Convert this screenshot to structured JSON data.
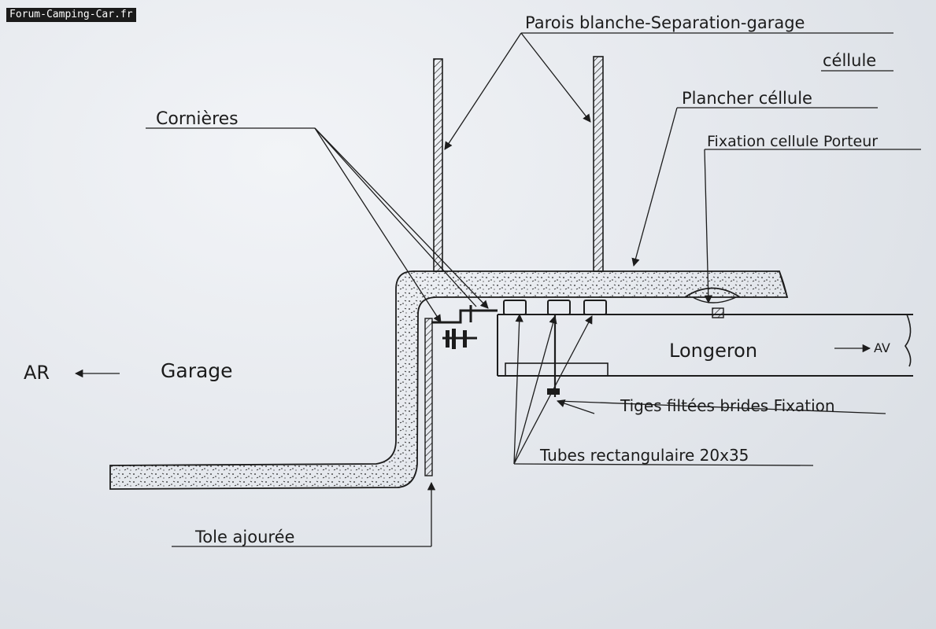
{
  "watermark": "Forum-Camping-Car.fr",
  "labels": {
    "parois_line1": "Parois blanche-Separation-garage",
    "parois_line2": "céllule",
    "plancher": "Plancher céllule",
    "fixation": "Fixation cellule Porteur",
    "cornieres": "Cornières",
    "longeron": "Longeron",
    "av": "AV",
    "ar": "AR",
    "garage": "Garage",
    "tiges": "Tiges filtées brides Fixation",
    "tubes": "Tubes rectangulaire 20x35",
    "tole": "Tole ajourée"
  },
  "colors": {
    "ink": "#1c1c1c",
    "paper": "#eef1f4"
  }
}
